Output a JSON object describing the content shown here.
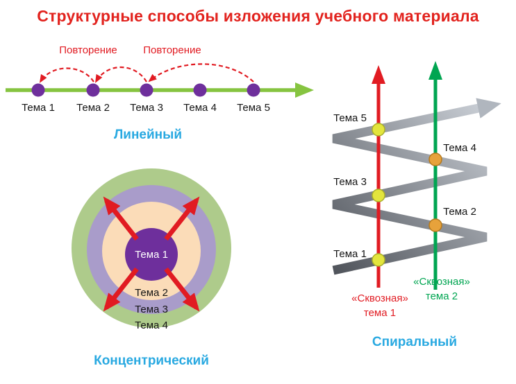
{
  "title": "Структурные способы изложения учебного материала",
  "linear": {
    "section_label": "Линейный",
    "repetition_labels": [
      "Повторение",
      "Повторение"
    ],
    "topics": [
      "Тема 1",
      "Тема 2",
      "Тема 3",
      "Тема 4",
      "Тема 5"
    ]
  },
  "concentric": {
    "section_label": "Концентрический",
    "topics": [
      "Тема 1",
      "Тема 2",
      "Тема 3",
      "Тема 4"
    ]
  },
  "spiral": {
    "section_label": "Спиральный",
    "topics": [
      "Тема 1",
      "Тема 2",
      "Тема 3",
      "Тема 4",
      "Тема 5"
    ],
    "through_topic_1": {
      "line1": "«Сквозная»",
      "line2": "тема 1"
    },
    "through_topic_2": {
      "line1": "«Сквозная»",
      "line2": "тема 2"
    }
  },
  "colors": {
    "title_red": "#e2231e",
    "label_blue": "#29a9e1",
    "accent_red": "#e11b22",
    "line_green": "#86c440",
    "dot_purple": "#6e2f9c",
    "ring_green": "#aecb8b",
    "ring_purple": "#a99cca",
    "ring_peach": "#fbdcb8",
    "spiral_green": "#00a551",
    "dot_yellow": "#e3e53d",
    "dot_orange": "#e7a23b"
  }
}
